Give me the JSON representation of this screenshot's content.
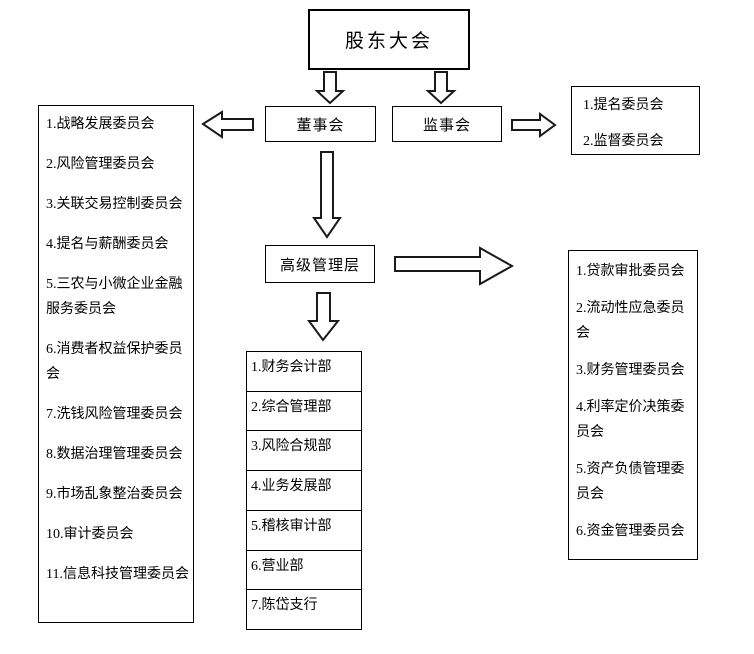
{
  "colors": {
    "background": "#ffffff",
    "border": "#000000",
    "text": "#000000",
    "arrow_fill": "#ffffff"
  },
  "org_chart": {
    "shareholders_meeting": "股东大会",
    "board_of_directors": "董事会",
    "supervisory_board": "监事会",
    "senior_management": "高级管理层",
    "board_committees": [
      "1.战略发展委员会",
      "2.风险管理委员会",
      "3.关联交易控制委员会",
      "4.提名与薪酬委员会",
      "5.三农与小微企业金融服务委员会",
      "6.消费者权益保护委员会",
      "7.洗钱风险管理委员会",
      "8.数据治理管理委员会",
      "9.市场乱象整治委员会",
      "10.审计委员会",
      "11.信息科技管理委员会"
    ],
    "supervisory_committees": [
      "1.提名委员会",
      "2.监督委员会"
    ],
    "departments": [
      "1.财务会计部",
      "2.综合管理部",
      "3.风险合规部",
      "4.业务发展部",
      "5.稽核审计部",
      "6.营业部",
      "7.陈岱支行"
    ],
    "management_committees": [
      "1.贷款审批委员会",
      "2.流动性应急委员会",
      "3.财务管理委员会",
      "4.利率定价决策委员会",
      "5.资产负债管理委员会",
      "6.资金管理委员会"
    ]
  }
}
